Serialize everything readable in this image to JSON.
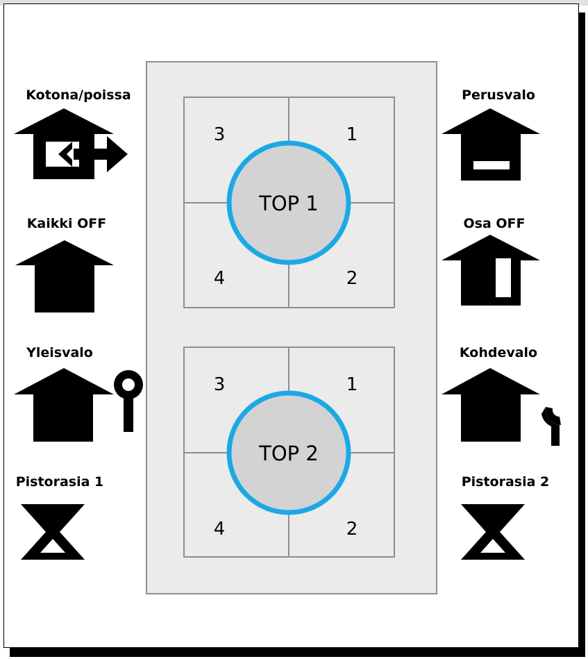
{
  "left_labels": {
    "away": "Kotona/poissa",
    "all_off": "Kaikki OFF",
    "general_light": "Yleisvalo",
    "socket_1": "Pistorasia 1"
  },
  "right_labels": {
    "base_light": "Perusvalo",
    "part_off": "Osa OFF",
    "spot_light": "Kohdevalo",
    "socket_2": "Pistorasia 2"
  },
  "buttons": [
    {
      "name": "TOP 1",
      "quadrants": {
        "top_left": "3",
        "top_right": "1",
        "bottom_left": "4",
        "bottom_right": "2"
      }
    },
    {
      "name": "TOP 2",
      "quadrants": {
        "top_left": "3",
        "top_right": "1",
        "bottom_left": "4",
        "bottom_right": "2"
      }
    }
  ],
  "colors": {
    "ring": "#1ba9e6",
    "disc": "#d3d3d3",
    "panel": "#ebebeb",
    "grid_line": "#8e8e8e",
    "icon": "#000000"
  }
}
